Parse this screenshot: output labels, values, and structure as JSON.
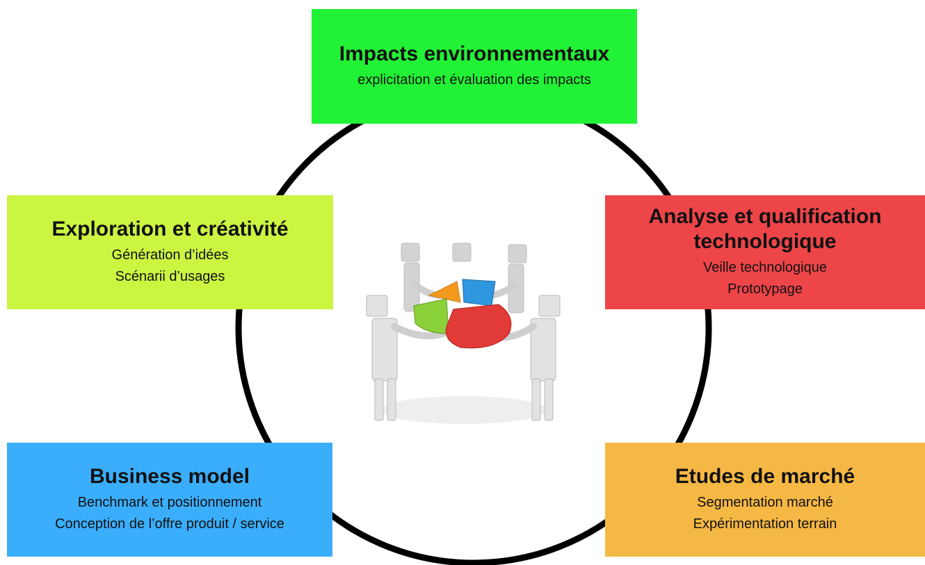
{
  "colors": {
    "ring": "#000000",
    "top_box": "#22f235",
    "left_box": "#cbf541",
    "right_box": "#ee4549",
    "bottom_left_box": "#3baefb",
    "bottom_right_box": "#f6b844",
    "piece_orange": "#f39a1e",
    "piece_blue": "#2f97e0",
    "piece_green": "#8bd13a",
    "piece_red": "#e23a36",
    "figures": "#d9d9d9"
  },
  "boxes": {
    "top": {
      "title": "Impacts environnementaux",
      "lines": [
        "explicitation et évaluation des impacts"
      ]
    },
    "left": {
      "title": "Exploration et créativité",
      "lines": [
        "Génération d’idées",
        "Scénarii d’usages"
      ]
    },
    "right": {
      "title": "Analyse et qualification technologique",
      "lines": [
        "Veille technologique",
        "Prototypage"
      ]
    },
    "bottom_left": {
      "title": "Business model",
      "lines": [
        "Benchmark et positionnement",
        "Conception de l’offre produit / service"
      ]
    },
    "bottom_right": {
      "title": "Etudes de marché",
      "lines": [
        "Segmentation marché",
        "Expérimentation terrain"
      ]
    }
  },
  "illustration": {
    "icon": "team-pie-chart-illustration"
  }
}
